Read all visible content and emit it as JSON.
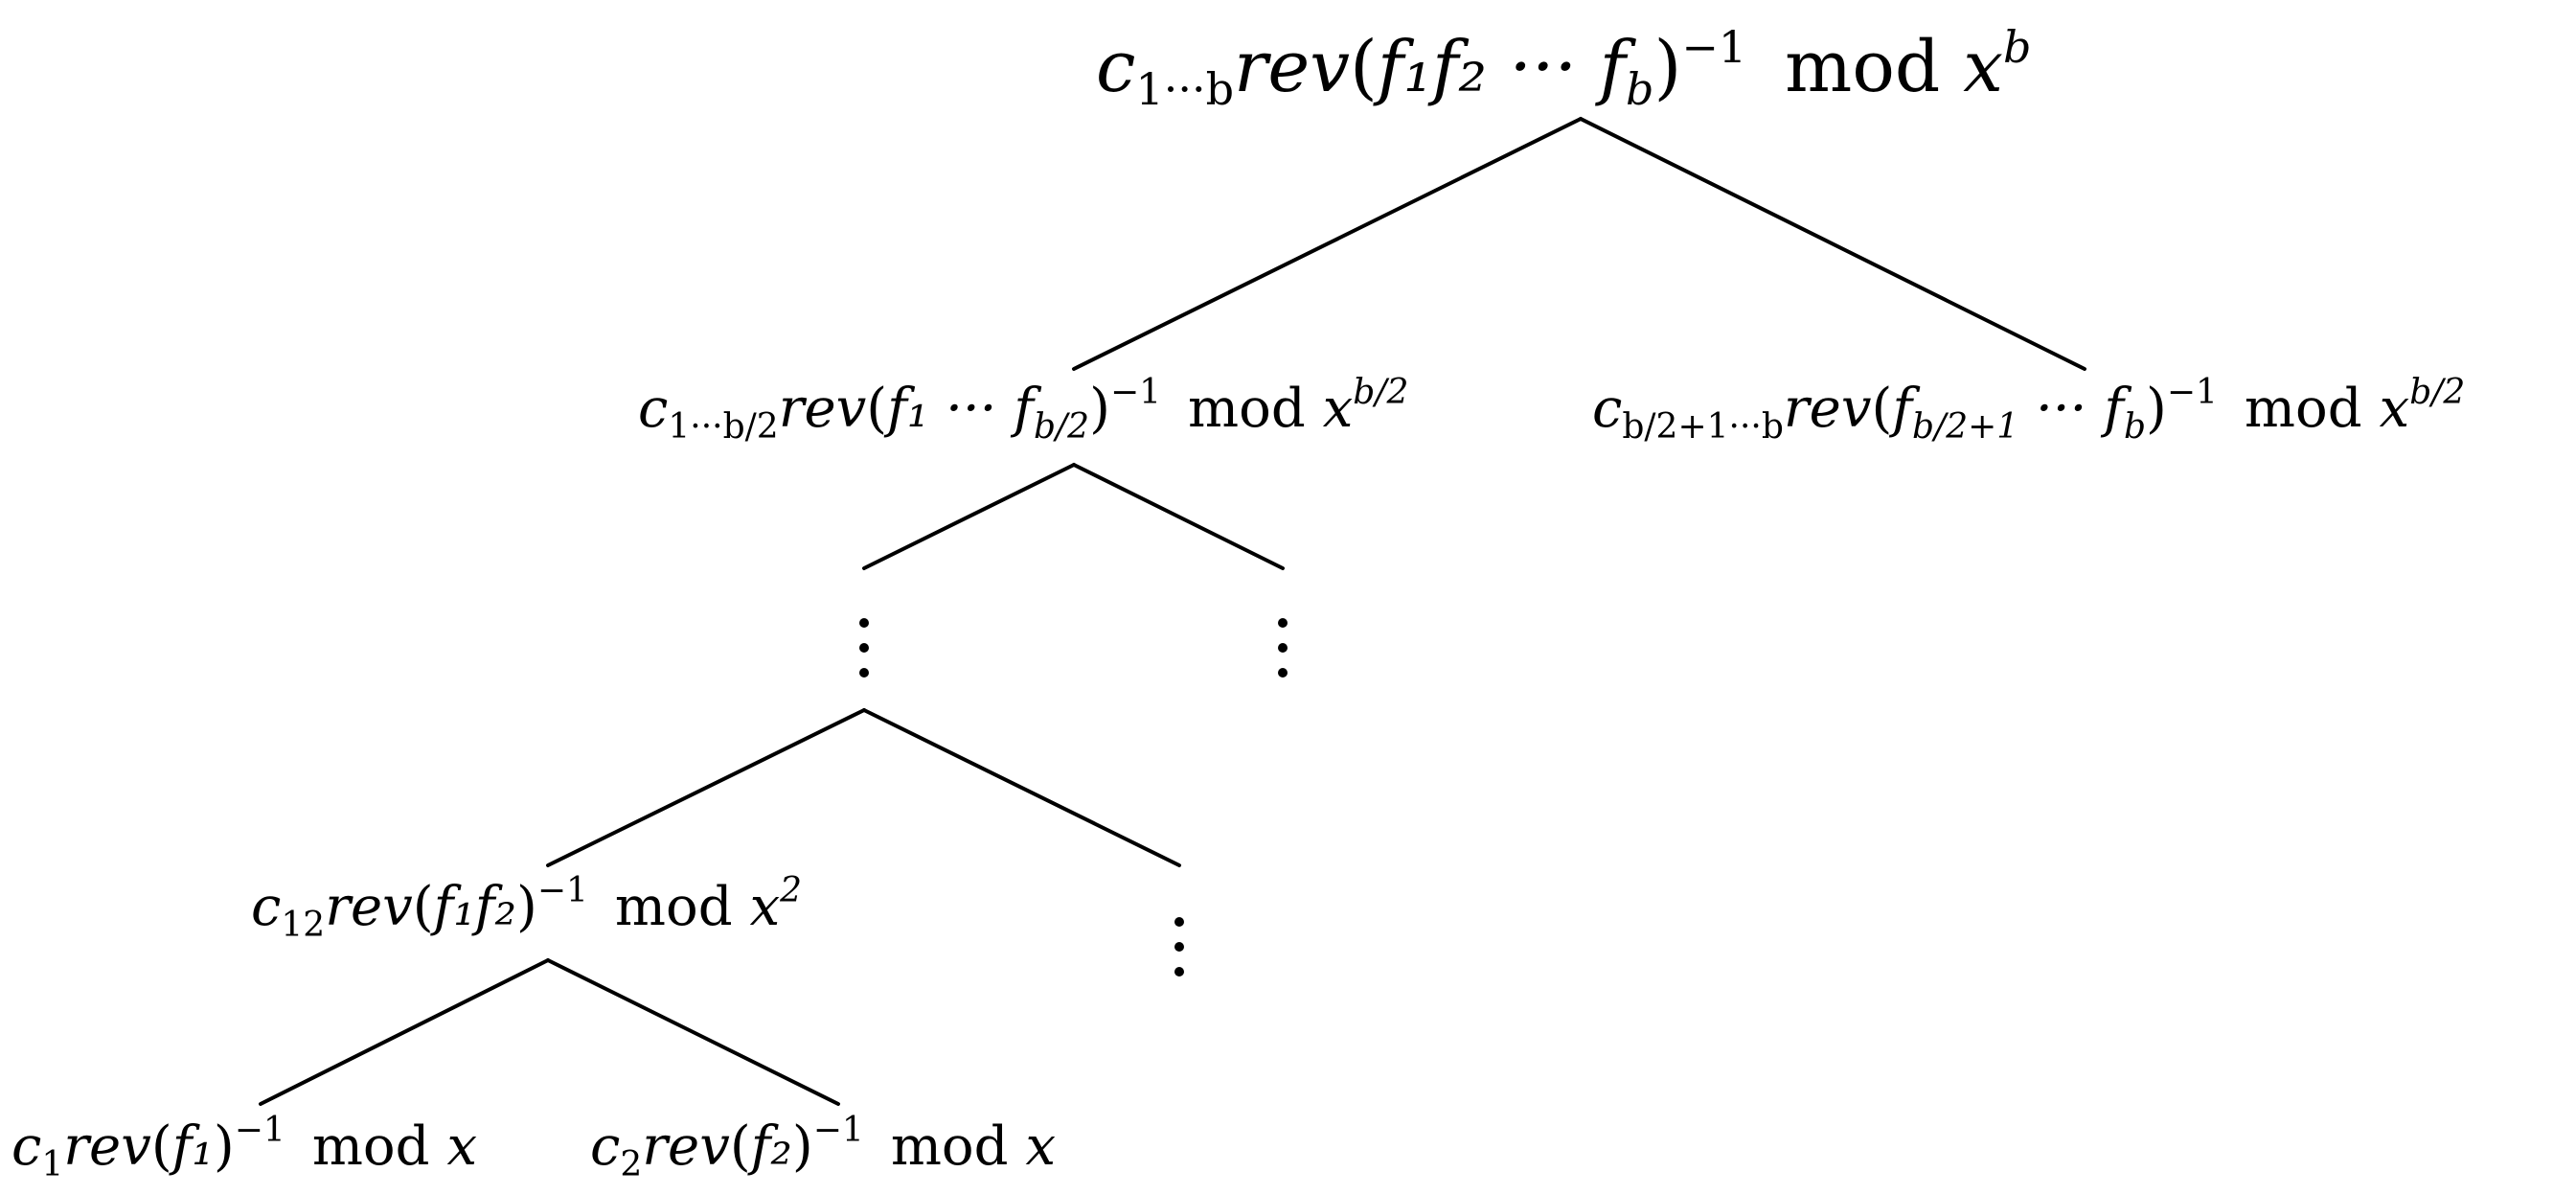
{
  "nodes": {
    "root": {
      "c": "c",
      "c_sub": "1···b",
      "rev": "rev",
      "inner": "f₁f₂ ··· f",
      "inner_sub": "b",
      "inv": "−1",
      "mod": "mod",
      "x": "x",
      "pow": "b"
    },
    "left": {
      "c": "c",
      "c_sub": "1···b/2",
      "rev": "rev",
      "inner": "f₁ ··· f",
      "inner_sub": "b/2",
      "inv": "−1",
      "mod": "mod",
      "x": "x",
      "pow": "b/2"
    },
    "right": {
      "c": "c",
      "c_sub": "b/2+1···b",
      "rev": "rev",
      "inner_a": "f",
      "inner_a_sub": "b/2+1",
      "inner_b": " ··· f",
      "inner_sub": "b",
      "inv": "−1",
      "mod": "mod",
      "x": "x",
      "pow": "b/2"
    },
    "pair": {
      "c": "c",
      "c_sub": "12",
      "rev": "rev",
      "inner": "f₁f₂",
      "inv": "−1",
      "mod": "mod",
      "x": "x",
      "pow": "2"
    },
    "leaf1": {
      "c": "c",
      "c_sub": "1",
      "rev": "rev",
      "inner": "f₁",
      "inv": "−1",
      "mod": "mod",
      "x": "x"
    },
    "leaf2": {
      "c": "c",
      "c_sub": "2",
      "rev": "rev",
      "inner": "f₂",
      "inv": "−1",
      "mod": "mod",
      "x": "x"
    }
  },
  "ellipsis": "⋮"
}
